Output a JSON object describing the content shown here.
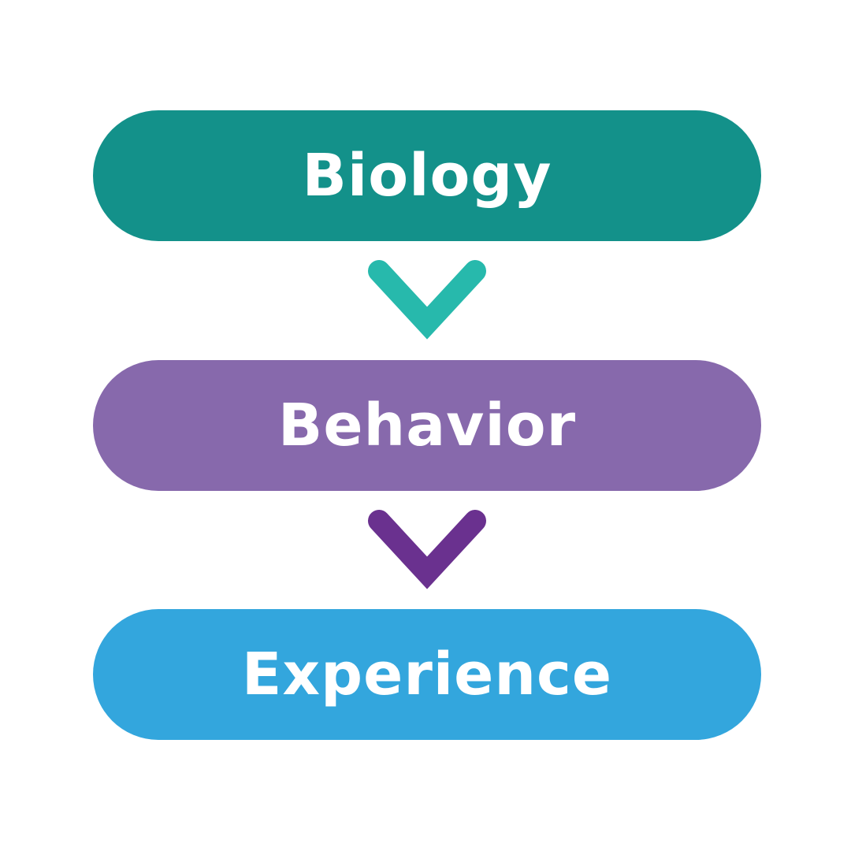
{
  "steps": [
    {
      "label": "Biology",
      "color": "#13918A"
    },
    {
      "label": "Behavior",
      "color": "#8769AC"
    },
    {
      "label": "Experience",
      "color": "#33A6DD"
    }
  ],
  "arrows": [
    {
      "icon": "chevron-down-icon",
      "color": "#27B9AC"
    },
    {
      "icon": "chevron-down-icon",
      "color": "#6A318F"
    }
  ]
}
